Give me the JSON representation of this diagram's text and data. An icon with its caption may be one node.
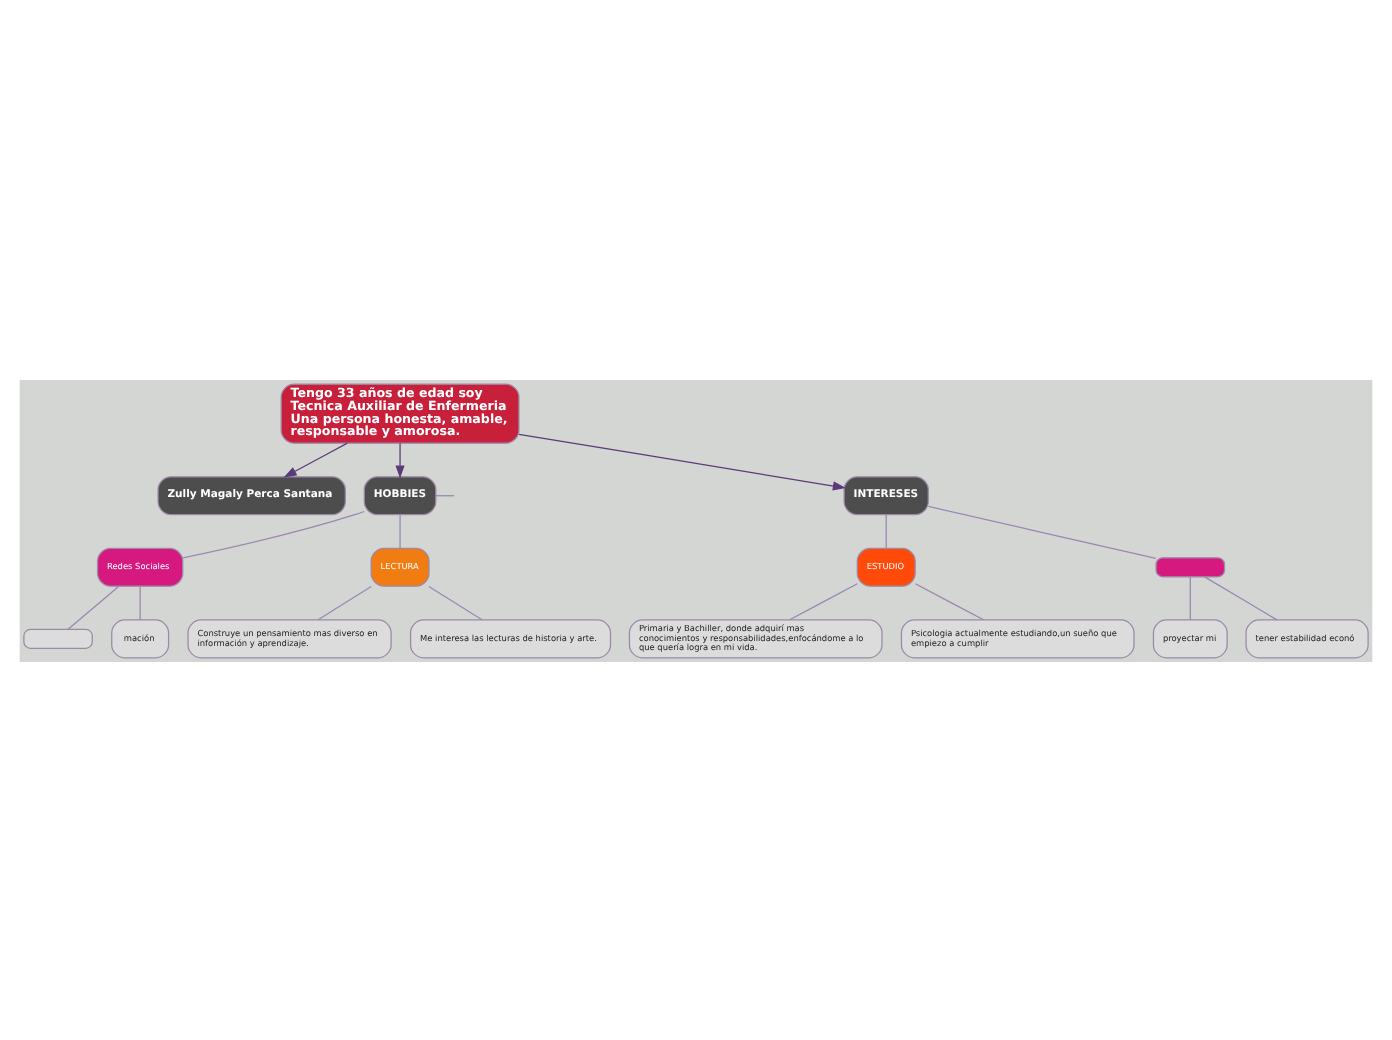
{
  "diagram": {
    "nodes": [
      {
        "text": [
          "Zully Magaly Perca Santana"
        ]
      },
      {
        "text": [
          "Tengo 33 años de edad soy Tecnica Auxiliar de Enfermeria Una persona honesta, amable, responsable y amorosa."
        ]
      },
      {
        "text": [
          "HOBBIES"
        ]
      },
      {
        "text": [
          "Redes Sociales"
        ]
      },
      {
        "text": [],
        "shape": "box"
      },
      {
        "text": [
          "mación"
        ]
      },
      {
        "text": [
          "LECTURA"
        ]
      },
      {
        "text": [
          "Construye un pensamiento mas diverso en información y aprendizaje."
        ]
      },
      {
        "text": [
          "Me interesa las lecturas de historia y arte."
        ]
      },
      {
        "text": [
          "INTERESES"
        ]
      },
      {
        "text": [
          "ESTUDIO"
        ]
      },
      {
        "text": [
          "Primaria y Bachiller, donde adquirí mas conocimientos y responsabilidades,enfocándome a lo que quería logra en mi vida."
        ]
      },
      {
        "text": [
          "Psicologia actualmente estudiando,un sueño que empiezo a cumplir"
        ]
      },
      {
        "text": [],
        "shape": "box"
      },
      {
        "text": [
          "proyectar mi"
        ]
      },
      {
        "text": [
          "tener estabilidad econó"
        ]
      }
    ],
    "edges": [
      {
        "from": 1,
        "to": 0,
        "arrow": "to",
        "color": "#5b3a78"
      },
      {
        "from": 1,
        "to": 2,
        "arrow": "to",
        "color": "#5b3a78"
      },
      {
        "from": 1,
        "to": 9,
        "arrow": "to",
        "color": "#5b3a78"
      },
      {
        "from": 2,
        "to": null,
        "arrow": "none"
      },
      {
        "from": 2,
        "to": 3,
        "arrow": "none"
      },
      {
        "from": 2,
        "to": 6,
        "arrow": "none"
      },
      {
        "from": 3,
        "to": 4,
        "arrow": "none"
      },
      {
        "from": 3,
        "to": 5,
        "arrow": "none"
      },
      {
        "from": 6,
        "to": 7,
        "arrow": "none"
      },
      {
        "from": 6,
        "to": 8,
        "arrow": "none"
      },
      {
        "from": 9,
        "to": 10,
        "arrow": "none"
      },
      {
        "from": 9,
        "to": 13,
        "arrow": "none"
      },
      {
        "from": 10,
        "to": 11,
        "arrow": "none"
      },
      {
        "from": 10,
        "to": 12,
        "arrow": "none"
      },
      {
        "from": 13,
        "to": 14,
        "arrow": "none"
      },
      {
        "from": 13,
        "to": 15,
        "arrow": "none"
      }
    ]
  }
}
